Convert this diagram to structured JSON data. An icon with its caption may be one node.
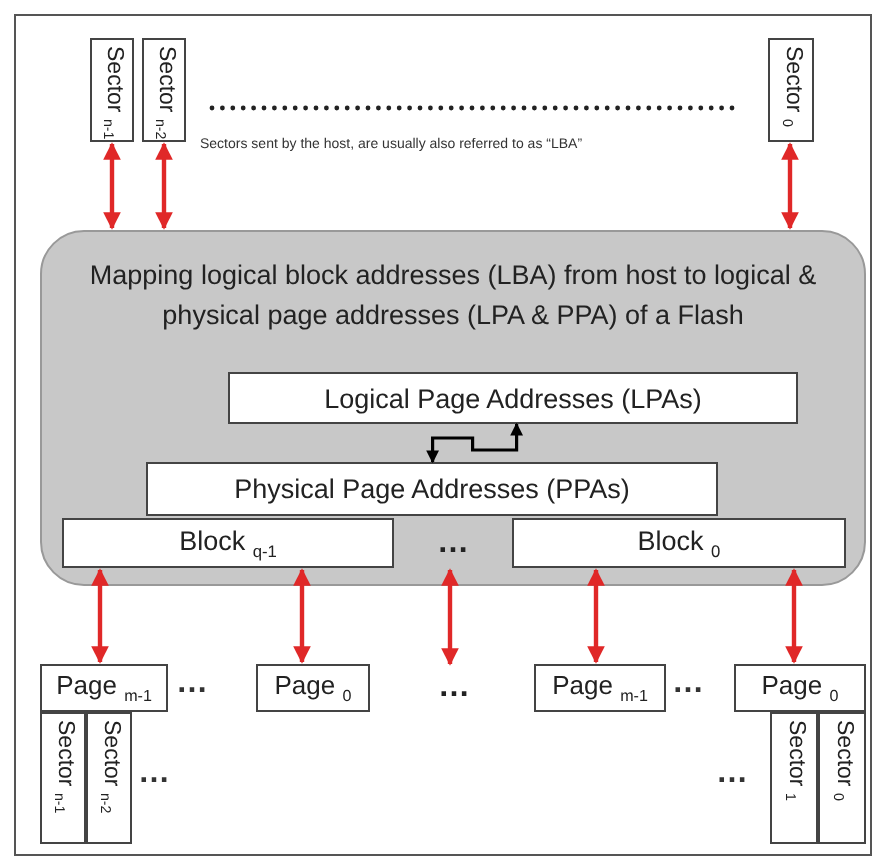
{
  "diagram": {
    "nodes": [
      {
        "text": [
          "Sector $_{n-1}$"
        ]
      },
      {
        "text": [
          "Sector $_{n-2}$"
        ]
      },
      {
        "text": [
          "Sector $_{0}$"
        ]
      },
      {
        "text": [
          "Mapping logical block addresses (LBA) from host to logical & physical page addresses (LPA & PPA) of a Flash"
        ]
      },
      {
        "text": [
          "Logical Page Addresses (LPAs)"
        ],
        "in": 3
      },
      {
        "text": [
          "Physical Page Addresses (PPAs)"
        ],
        "in": 3
      },
      {
        "text": [
          "Block $_{q-1}$"
        ],
        "in": 3
      },
      {
        "text": [
          "…"
        ],
        "in": 3
      },
      {
        "text": [
          "Block $_{0}$"
        ],
        "in": 3
      },
      {
        "text": [
          "Page $_{m-1}$"
        ]
      },
      {
        "text": [
          "Page $_{0}$"
        ]
      },
      {
        "text": [
          "…"
        ]
      },
      {
        "text": [
          "Page $_{m-1}$"
        ]
      },
      {
        "text": [
          "Page $_{0}$"
        ]
      },
      {
        "text": [
          "Sector $_{n-1}$"
        ]
      },
      {
        "text": [
          "Sector $_{n-2}$"
        ]
      },
      {
        "text": [
          "Sector $_{1}$"
        ]
      },
      {
        "text": [
          "Sector $_{0}$"
        ]
      }
    ],
    "edges": [
      {
        "from": 0,
        "to": 3,
        "arrow": "both"
      },
      {
        "from": 1,
        "to": 3,
        "arrow": "both"
      },
      {
        "from": 2,
        "to": 3,
        "arrow": "both"
      },
      {
        "from": 5,
        "to": 4,
        "arrow": "both",
        "color": "#000000"
      },
      {
        "from": 6,
        "to": 9,
        "arrow": "both"
      },
      {
        "from": 6,
        "to": 10,
        "arrow": "both"
      },
      {
        "from": 7,
        "to": 11,
        "arrow": "both"
      },
      {
        "from": 8,
        "to": 12,
        "arrow": "both"
      },
      {
        "from": 8,
        "to": 13,
        "arrow": "both"
      }
    ],
    "labels": [
      "Sectors sent by the host, are usually also referred to as “LBA”",
      "…",
      "…",
      "…",
      "…"
    ]
  }
}
